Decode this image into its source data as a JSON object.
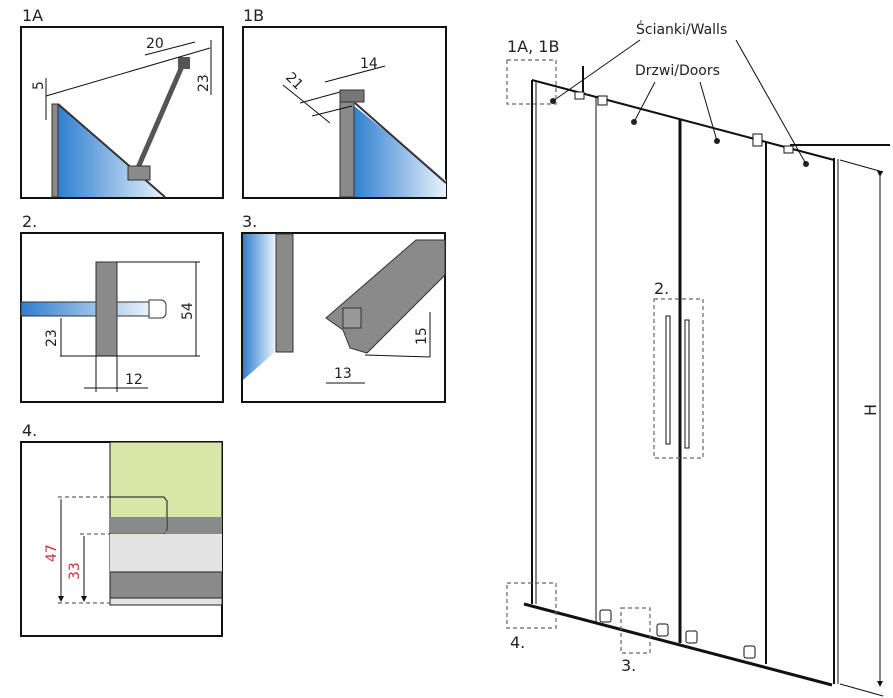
{
  "details": {
    "d1a": {
      "label": "1A",
      "dims": [
        "20",
        "23",
        "5"
      ]
    },
    "d1b": {
      "label": "1B",
      "dims": [
        "14",
        "21"
      ]
    },
    "d2": {
      "label": "2.",
      "dims": [
        "54",
        "23",
        "12"
      ]
    },
    "d3": {
      "label": "3.",
      "dims": [
        "15",
        "13"
      ]
    },
    "d4": {
      "label": "4.",
      "dims": [
        "47",
        "33"
      ]
    }
  },
  "overview": {
    "walls_label": "Ścianki/Walls",
    "doors_label": "Drzwi/Doors",
    "callout_1": "1A, 1B",
    "callout_2": "2.",
    "callout_3": "3.",
    "callout_4": "4.",
    "height_label": "H"
  },
  "colors": {
    "glass": "#2f7fd0",
    "profile": "#8a8a8a",
    "wall": "#d8e6a8",
    "dim_red": "#c8323c"
  }
}
